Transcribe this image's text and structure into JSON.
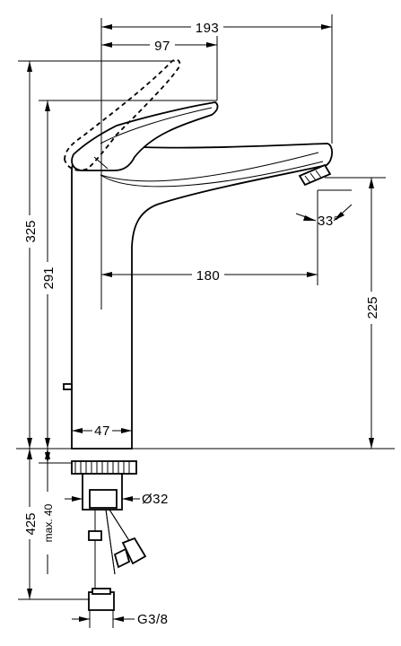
{
  "drawing": {
    "dimensions": {
      "overall_reach": "193",
      "lever_reach": "97",
      "total_height": "325",
      "body_height": "291",
      "spout_reach": "180",
      "spout_angle": "33°",
      "spout_height": "225",
      "body_diameter": "47",
      "below_counter": "425",
      "max_counter_thickness": "max. 40",
      "thread_diameter": "Ø32",
      "hose_thread": "G3/8"
    }
  }
}
